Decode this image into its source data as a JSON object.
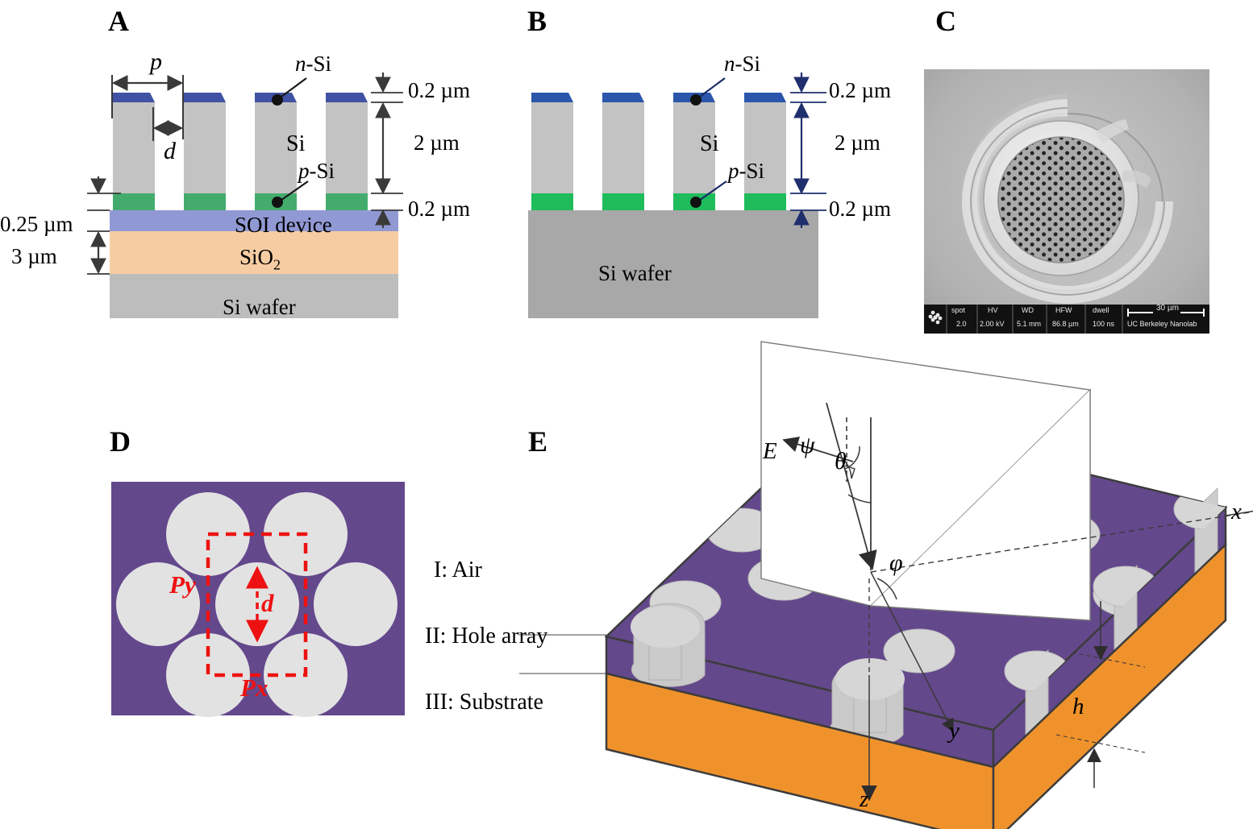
{
  "figure": {
    "panels": [
      {
        "id": "A",
        "letter": "A"
      },
      {
        "id": "B",
        "letter": "B"
      },
      {
        "id": "C",
        "letter": "C"
      },
      {
        "id": "D",
        "letter": "D"
      },
      {
        "id": "E",
        "letter": "E"
      }
    ]
  },
  "colors": {
    "n_si_blue": "#3f52a3",
    "p_si_green": "#43ac6d",
    "si_gray": "#c3c3c3",
    "soi_device": "#9199d4",
    "sio2_peach": "#f6cda3",
    "si_wafer": "#bdbdbd",
    "hole_array_purple": "#64488c",
    "substrate_orange": "#f0922b",
    "hole_white": "#dcdcdc",
    "unit_cell_red": "#ee1111",
    "outline_dark": "#3c3c3c"
  },
  "panelA": {
    "letter": "A",
    "labels": {
      "pitch": "p",
      "diameter": "d",
      "n_si": "n-Si",
      "p_si": "p-Si",
      "si": "Si",
      "top_thickness": "0.2 µm",
      "pillar_height": "2 µm",
      "bottom_thickness": "0.2 µm",
      "soi_thickness": "0.25 µm",
      "oxide_thickness": "3 µm",
      "soi_device": "SOI device",
      "sio2": "SiO",
      "sio2_sub": "2",
      "si_wafer": "Si wafer"
    }
  },
  "panelB": {
    "letter": "B",
    "labels": {
      "n_si": "n-Si",
      "p_si": "p-Si",
      "si": "Si",
      "top_thickness": "0.2 µm",
      "pillar_height": "2 µm",
      "bottom_thickness": "0.2 µm",
      "si_wafer": "Si wafer"
    }
  },
  "panelC": {
    "letter": "C",
    "sem_info": {
      "spot_label": "spot",
      "spot_value": "2.0",
      "hv_label": "HV",
      "hv_value": "2.00 kV",
      "wd_label": "WD",
      "wd_value": "5.1 mm",
      "hfw_label": "HFW",
      "hfw_value": "86.8 µm",
      "dwell_label": "dwell",
      "dwell_value": "100 ns",
      "scalebar_label": "30 µm",
      "institution": "UC Berkeley Nanolab"
    }
  },
  "panelD": {
    "letter": "D",
    "labels": {
      "py": "Py",
      "px": "Px",
      "d": "d"
    }
  },
  "panelE": {
    "letter": "E",
    "labels": {
      "region_i": "I: Air",
      "region_ii": "II: Hole array",
      "region_iii": "III: Substrate",
      "e_field": "E",
      "psi": "ψ",
      "theta": "θ",
      "phi": "φ",
      "axis_x": "x",
      "axis_y": "y",
      "axis_z": "z",
      "height": "h"
    }
  }
}
